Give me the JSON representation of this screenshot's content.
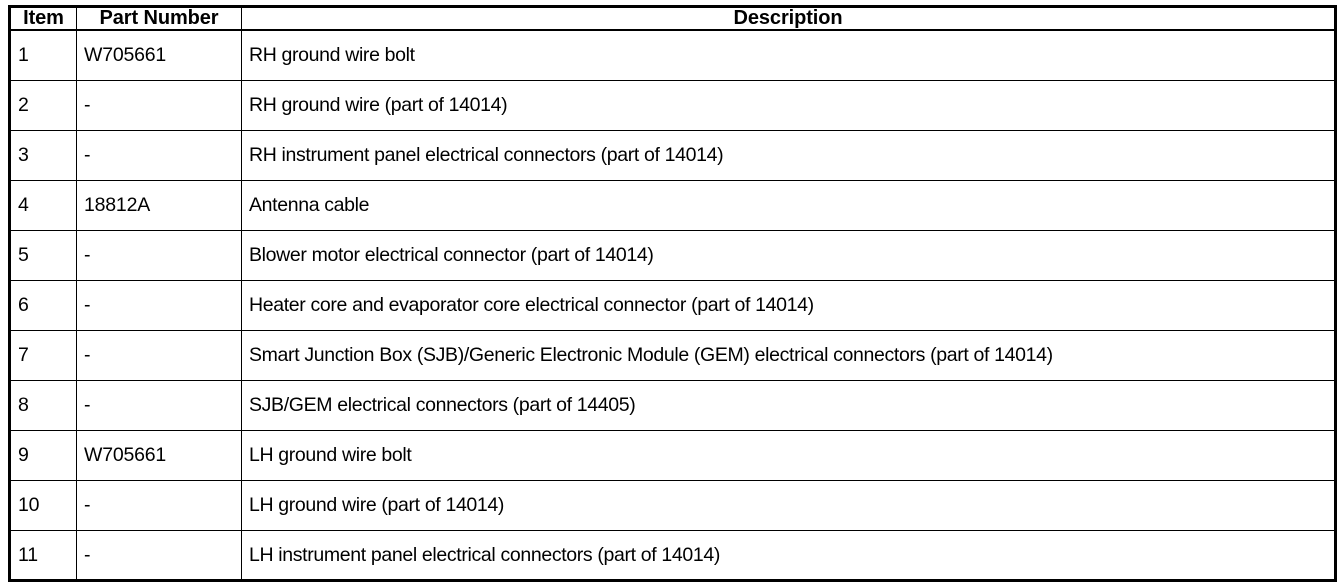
{
  "table": {
    "columns": [
      {
        "key": "item",
        "label": "Item"
      },
      {
        "key": "part_number",
        "label": "Part Number"
      },
      {
        "key": "description",
        "label": "Description"
      }
    ],
    "rows": [
      {
        "item": "1",
        "part_number": "W705661",
        "description": "RH ground wire bolt"
      },
      {
        "item": "2",
        "part_number": "-",
        "description": "RH ground wire (part of 14014)"
      },
      {
        "item": "3",
        "part_number": "-",
        "description": "RH instrument panel electrical connectors (part of 14014)"
      },
      {
        "item": "4",
        "part_number": "18812A",
        "description": "Antenna cable"
      },
      {
        "item": "5",
        "part_number": "-",
        "description": "Blower motor electrical connector (part of 14014)"
      },
      {
        "item": "6",
        "part_number": "-",
        "description": "Heater core and evaporator core electrical connector (part of 14014)"
      },
      {
        "item": "7",
        "part_number": "-",
        "description": "Smart Junction Box (SJB)/Generic Electronic Module (GEM) electrical connectors (part of 14014)"
      },
      {
        "item": "8",
        "part_number": "-",
        "description": "SJB/GEM electrical connectors (part of 14405)"
      },
      {
        "item": "9",
        "part_number": "W705661",
        "description": "LH ground wire bolt"
      },
      {
        "item": "10",
        "part_number": "-",
        "description": "LH ground wire (part of 14014)"
      },
      {
        "item": "11",
        "part_number": "-",
        "description": "LH instrument panel electrical connectors (part of 14014)"
      }
    ]
  },
  "colors": {
    "border": "#000000",
    "text": "#000000",
    "background": "#ffffff"
  }
}
